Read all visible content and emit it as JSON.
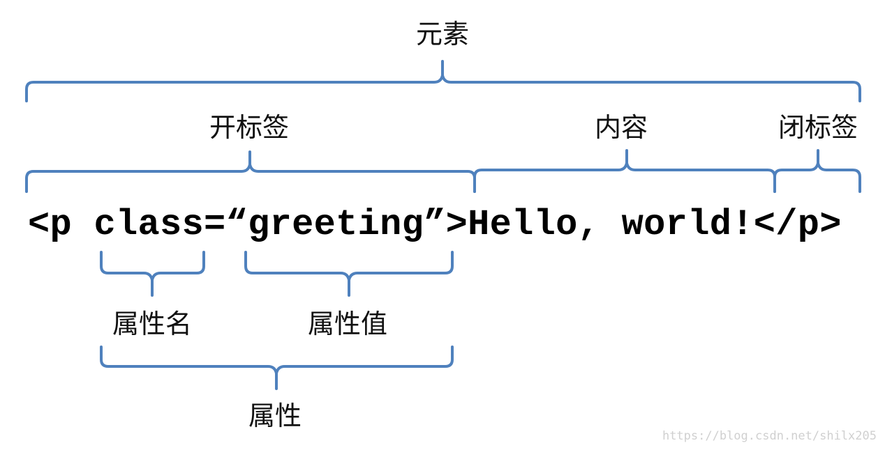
{
  "labels": {
    "element": "元素",
    "start_tag": "开标签",
    "content": "内容",
    "end_tag": "闭标签",
    "attr_name": "属性名",
    "attr_value": "属性值",
    "attribute": "属性"
  },
  "code": {
    "open_tag_start": "<p ",
    "attr_name": "class",
    "equals": "=",
    "attr_value": "“greeting”",
    "open_tag_end": ">",
    "content": "Hello, world!",
    "close_tag": "</p>"
  },
  "watermark": "https://blog.csdn.net/shilx205",
  "colors": {
    "brace": "#4f81bd",
    "text": "#111111",
    "watermark": "#d0d0d0"
  }
}
